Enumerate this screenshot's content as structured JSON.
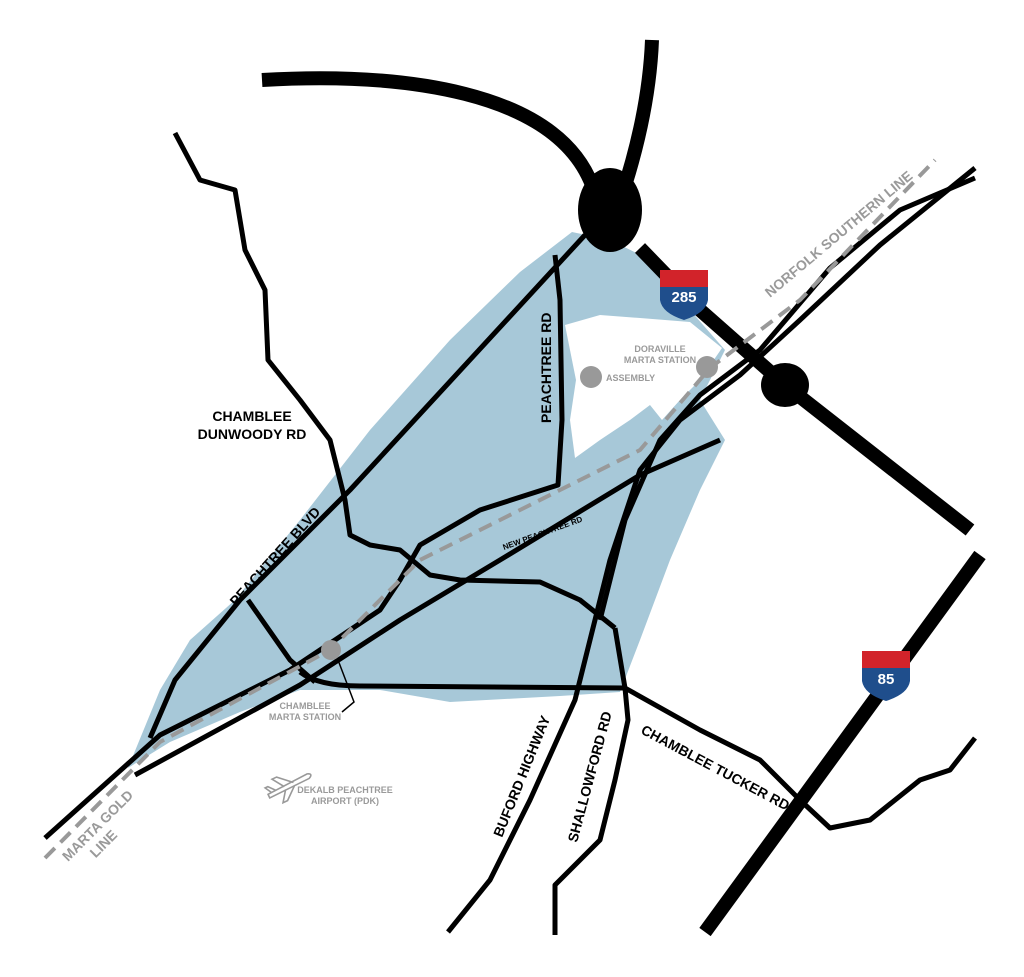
{
  "colors": {
    "zone": "#a7c8d8",
    "road": "#000000",
    "rail": "#999999",
    "interstate_blue": "#1f4e8c",
    "interstate_red": "#d2232a"
  },
  "interstates": {
    "i285": "285",
    "i85": "85"
  },
  "roads": {
    "chamblee_dunwoody": [
      "CHAMBLEE",
      "DUNWOODY RD"
    ],
    "peachtree_rd": "PEACHTREE RD",
    "peachtree_blvd": "PEACHTREE BLVD",
    "new_peachtree": "NEW PEACHTREE RD",
    "buford": "BUFORD HIGHWAY",
    "shallowford": "SHALLOWFORD RD",
    "chamblee_tucker": "CHAMBLEE TUCKER RD"
  },
  "rail": {
    "norfolk": "NORFOLK SOUTHERN LINE",
    "marta": [
      "MARTA GOLD",
      "LINE"
    ]
  },
  "places": {
    "doraville": [
      "DORAVILLE",
      "MARTA STATION"
    ],
    "assembly": "ASSEMBLY",
    "chamblee": [
      "CHAMBLEE",
      "MARTA STATION"
    ],
    "airport": [
      "DEKALB PEACHTREE",
      "AIRPORT (PDK)"
    ]
  }
}
